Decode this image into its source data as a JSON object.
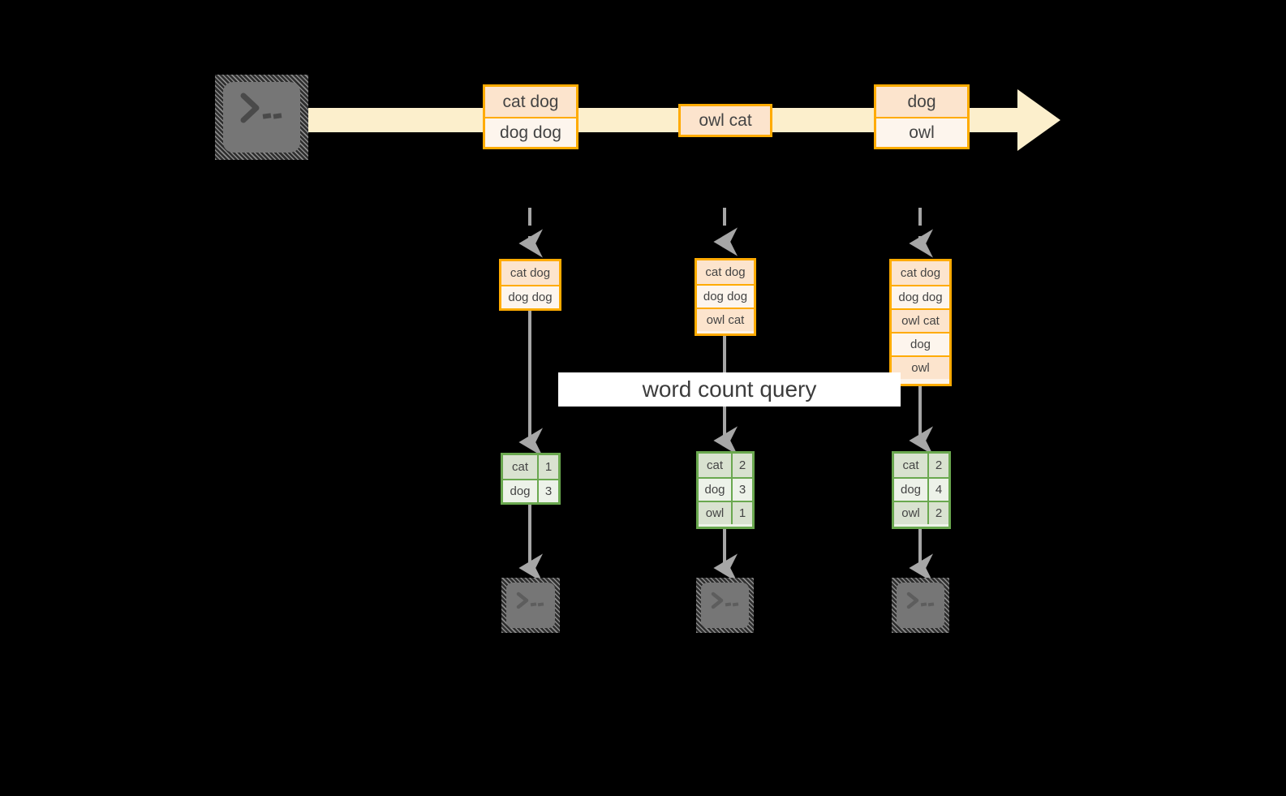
{
  "diagram": {
    "title_label": "word count query",
    "colors": {
      "background": "#000000",
      "stream_band": "#fcefcc",
      "record_border": "#ffab00",
      "record_fill_dark": "#fce4cd",
      "record_fill_light": "#fdf5ed",
      "result_border": "#6aa84f",
      "result_fill_dark": "#d9e2d0",
      "result_fill_light": "#edf2e9",
      "connector": "#a6a6a6",
      "terminal_body": "#767676",
      "caption_bg": "#ffffff",
      "text": "#444444"
    },
    "producer": {
      "icon": "terminal-icon",
      "label": ""
    },
    "stream": {
      "direction": "left-to-right",
      "events": [
        {
          "id": "event-1",
          "lines": [
            {
              "text": "cat dog",
              "shade": "dark"
            },
            {
              "text": "dog dog",
              "shade": "light"
            }
          ]
        },
        {
          "id": "event-2",
          "lines": [
            {
              "text": "owl cat",
              "shade": "dark"
            }
          ]
        },
        {
          "id": "event-3",
          "lines": [
            {
              "text": "dog",
              "shade": "dark"
            },
            {
              "text": "owl",
              "shade": "light"
            }
          ]
        }
      ]
    },
    "snapshots": [
      {
        "id": "snapshot-1",
        "input_rows": [
          {
            "text": "cat dog",
            "shade": "dark"
          },
          {
            "text": "dog dog",
            "shade": "light"
          }
        ],
        "result_rows": [
          {
            "key": "cat",
            "value": "1",
            "shade": "dark"
          },
          {
            "key": "dog",
            "value": "3",
            "shade": "light"
          }
        ],
        "consumer_icon": "terminal-icon"
      },
      {
        "id": "snapshot-2",
        "input_rows": [
          {
            "text": "cat dog",
            "shade": "dark"
          },
          {
            "text": "dog dog",
            "shade": "light"
          },
          {
            "text": "owl cat",
            "shade": "dark"
          }
        ],
        "result_rows": [
          {
            "key": "cat",
            "value": "2",
            "shade": "dark"
          },
          {
            "key": "dog",
            "value": "3",
            "shade": "light"
          },
          {
            "key": "owl",
            "value": "1",
            "shade": "dark"
          }
        ],
        "consumer_icon": "terminal-icon"
      },
      {
        "id": "snapshot-3",
        "input_rows": [
          {
            "text": "cat dog",
            "shade": "dark"
          },
          {
            "text": "dog dog",
            "shade": "light"
          },
          {
            "text": "owl cat",
            "shade": "dark"
          },
          {
            "text": "dog",
            "shade": "light"
          },
          {
            "text": "owl",
            "shade": "dark"
          }
        ],
        "result_rows": [
          {
            "key": "cat",
            "value": "2",
            "shade": "dark"
          },
          {
            "key": "dog",
            "value": "4",
            "shade": "light"
          },
          {
            "key": "owl",
            "value": "2",
            "shade": "dark"
          }
        ],
        "consumer_icon": "terminal-icon"
      }
    ]
  }
}
